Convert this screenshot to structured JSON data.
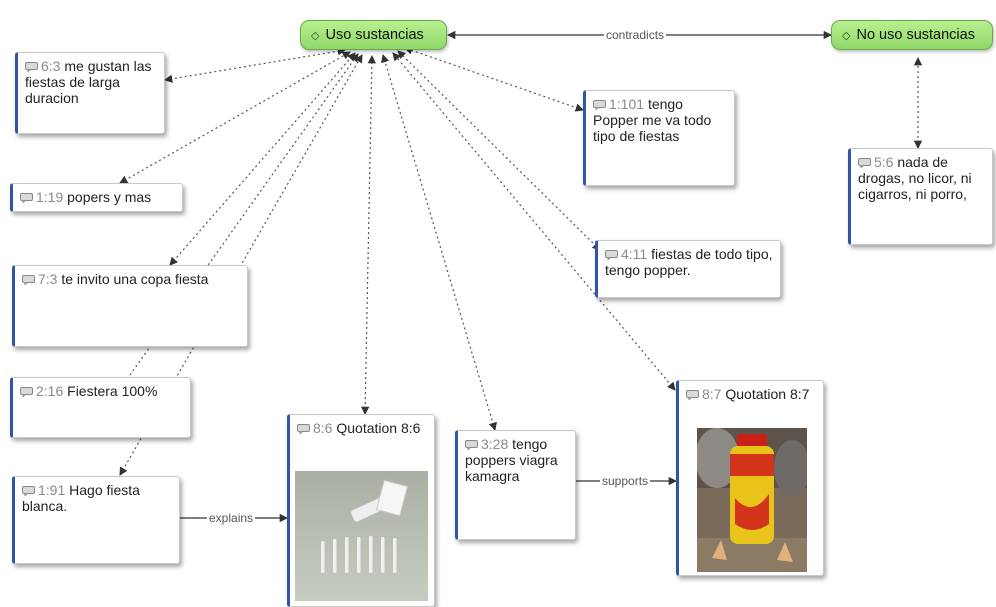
{
  "codes": {
    "uso": "Uso sustancias",
    "no_uso": "No uso sustancias"
  },
  "quotations": {
    "q63": {
      "id": "6:3",
      "text": "me gustan las fiestas de larga duracion"
    },
    "q119": {
      "id": "1:19",
      "text": "popers y mas"
    },
    "q73": {
      "id": "7:3",
      "text": "te invito una copa fiesta"
    },
    "q216": {
      "id": "2:16",
      "text": "Fiestera 100%"
    },
    "q191": {
      "id": "1:91",
      "text": "Hago fiesta blanca."
    },
    "q86": {
      "id": "8:6",
      "text": "Quotation 8:6"
    },
    "q328": {
      "id": "3:28",
      "text": "tengo poppers viagra kamagra"
    },
    "q87": {
      "id": "8:7",
      "text": "Quotation 8:7"
    },
    "q1101": {
      "id": "1:101",
      "text": "tengo Popper me va todo tipo de fiestas"
    },
    "q411": {
      "id": "4:11",
      "text": "fiestas de todo tipo, tengo popper."
    },
    "q56": {
      "id": "5:6",
      "text": "nada de drogas, no licor, ni cigarros, ni porro,"
    }
  },
  "relations": {
    "contradicts": "contradicts",
    "explains": "explains",
    "supports": "supports"
  },
  "colors": {
    "code_fill": "#9fe07a",
    "code_border": "#6aa84f",
    "quote_accent": "#2f55a4",
    "edge": "#333333"
  }
}
